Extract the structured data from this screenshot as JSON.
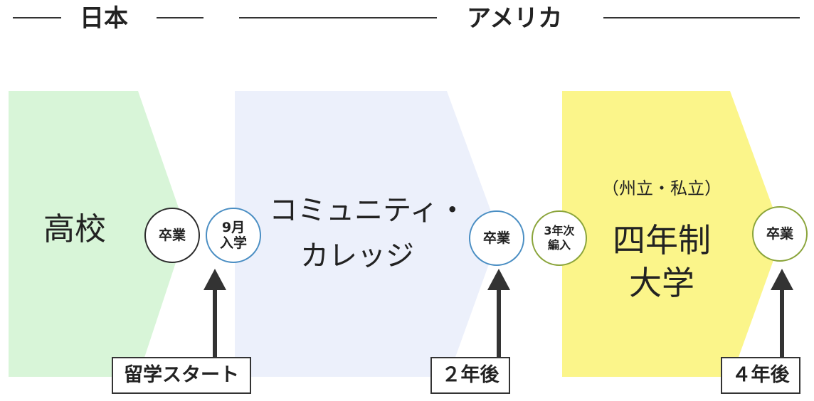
{
  "regions": {
    "japan": "日本",
    "america": "アメリカ"
  },
  "stages": {
    "high_school": "高校",
    "community_college_line1": "コミュニティ・",
    "community_college_line2": "カレッジ",
    "university_note": "（州立・私立）",
    "university_line1": "四年制",
    "university_line2": "大学"
  },
  "milestones": {
    "hs_graduation": "卒業",
    "enroll_line1": "9月",
    "enroll_line2": "入学",
    "cc_graduation": "卒業",
    "transfer_line1": "3年次",
    "transfer_line2": "編入",
    "uni_graduation": "卒業"
  },
  "markers": {
    "start": "留学スタート",
    "two_years": "２年後",
    "four_years": "４年後"
  },
  "colors": {
    "high_school": "#d8f5d8",
    "community_college": "#ecf0fb",
    "university": "#fbf58a",
    "circle_black": "#2b2b2b",
    "circle_blue": "#4a8ec3",
    "circle_olive": "#8aa43a"
  }
}
